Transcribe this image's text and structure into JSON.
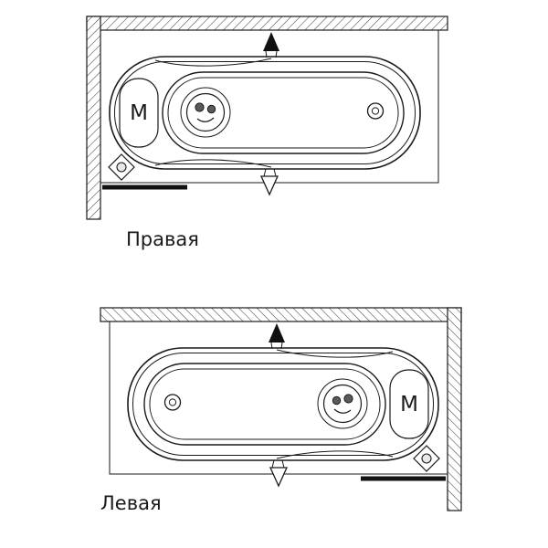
{
  "diagrams": {
    "right": {
      "label": "Правая",
      "mixer_label": "M"
    },
    "left": {
      "label": "Левая",
      "mixer_label": "M"
    }
  },
  "colors": {
    "line": "#1a1a1a",
    "fill_arrow": "#111111",
    "background": "#ffffff",
    "hatch": "#444444"
  }
}
